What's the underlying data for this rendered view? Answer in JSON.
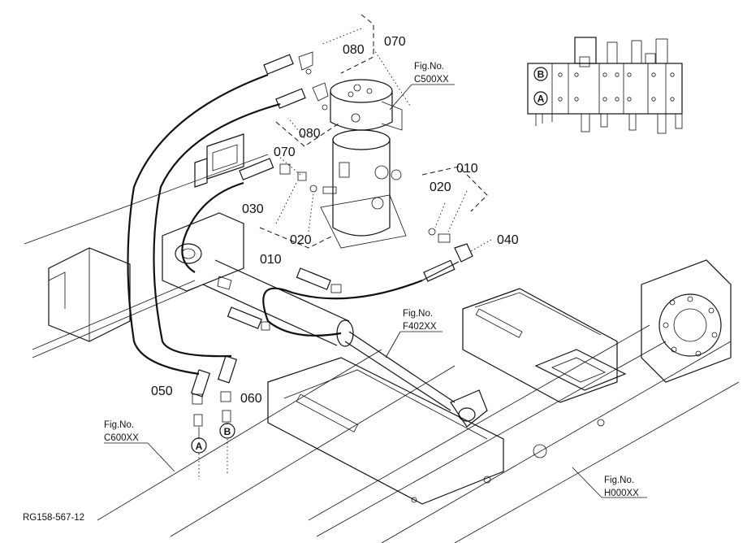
{
  "part_labels": {
    "p070_top": "070",
    "p080_top": "080",
    "p080_mid": "080",
    "p070_mid": "070",
    "p010_right": "010",
    "p020_right": "020",
    "p030": "030",
    "p020_left": "020",
    "p040": "040",
    "p010_mid": "010",
    "p050": "050",
    "p060": "060"
  },
  "figure_refs": {
    "c500": {
      "line1": "Fig.No.",
      "line2": "C500XX"
    },
    "f402": {
      "line1": "Fig.No.",
      "line2": "F402XX"
    },
    "c600": {
      "line1": "Fig.No.",
      "line2": "C600XX"
    },
    "h000": {
      "line1": "Fig.No.",
      "line2": "H000XX"
    }
  },
  "port_markers": {
    "a": "A",
    "b": "B"
  },
  "valve_ports": {
    "b": "B",
    "a": "A"
  },
  "drawing_code": "RG158-567-12"
}
